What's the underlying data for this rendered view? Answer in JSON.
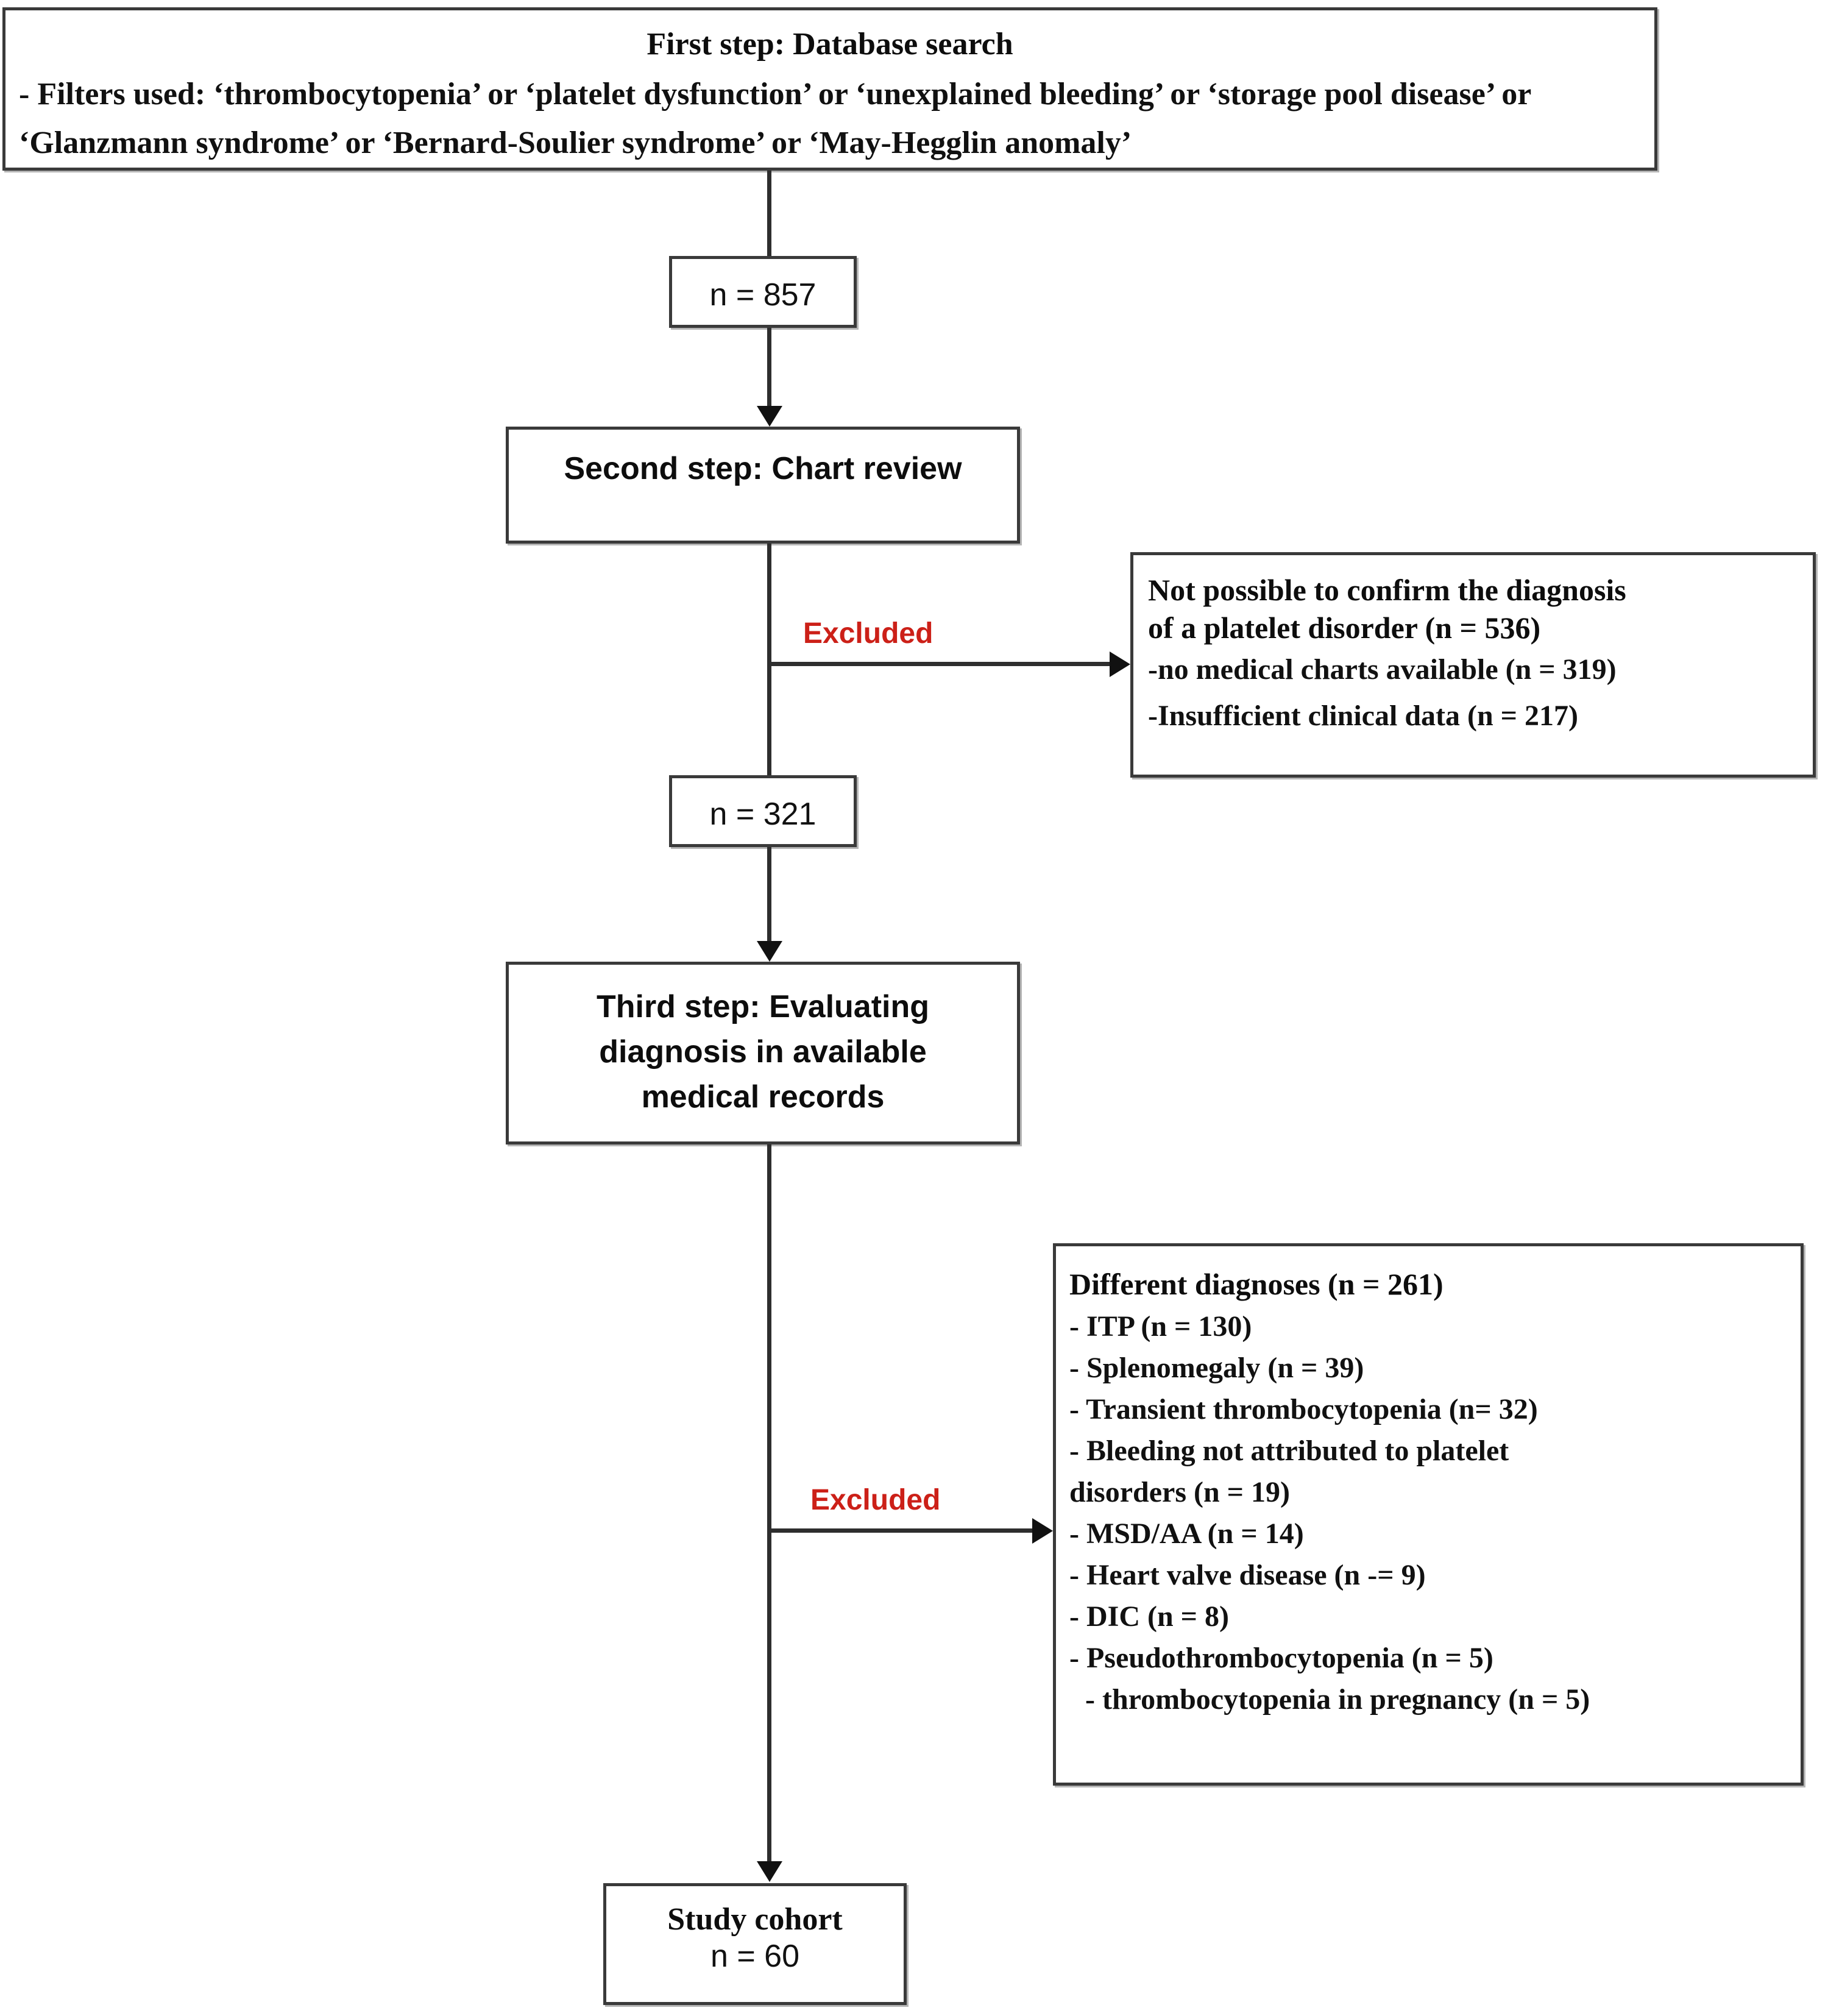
{
  "diagram": {
    "type": "flowchart",
    "title": "Patient selection flow diagram",
    "accent_excluded_color": "#cc2018",
    "border_color": "#3a3a3a",
    "background": "#ffffff"
  },
  "nodes": {
    "first_step": {
      "title": "First step: Database search",
      "filters": "- Filters used: ‘thrombocytopenia’ or ‘platelet dysfunction’ or ‘unexplained bleeding’ or ‘storage pool disease’ or ‘Glanzmann syndrome’ or ‘Bernard-Soulier syndrome’ or ‘May-Hegglin anomaly’"
    },
    "count_857": "n = 857",
    "second_step": "Second step: Chart review",
    "count_321": "n = 321",
    "third_step": {
      "line1": "Third step: Evaluating",
      "line2": "diagnosis in available",
      "line3": "medical records"
    },
    "not_possible": {
      "head_line1": "Not possible to confirm the diagnosis",
      "head_line2": "of a platelet disorder (n = 536)",
      "items": [
        "-no medical charts available (n = 319)",
        "-Insufficient clinical data (n = 217)"
      ]
    },
    "different_diagnoses": {
      "head": "Different diagnoses (n = 261)",
      "items": [
        {
          "text": "- ITP (n = 130)",
          "indent": false
        },
        {
          "text": "- Splenomegaly (n = 39)",
          "indent": false
        },
        {
          "text": "- Transient thrombocytopenia (n= 32)",
          "indent": false
        },
        {
          "text": "- Bleeding not attributed to platelet",
          "indent": false
        },
        {
          "text": "disorders (n = 19)",
          "indent": false
        },
        {
          "text": "- MSD/AA (n = 14)",
          "indent": false
        },
        {
          "text": "- Heart valve disease (n -= 9)",
          "indent": false
        },
        {
          "text": "- DIC (n = 8)",
          "indent": false
        },
        {
          "text": "- Pseudothrombocytopenia (n = 5)",
          "indent": false
        },
        {
          "text": "- thrombocytopenia in pregnancy (n = 5)",
          "indent": true
        }
      ]
    },
    "study_cohort": {
      "title": "Study cohort",
      "count": "n = 60"
    }
  },
  "edges": {
    "excluded_label_1": "Excluded",
    "excluded_label_2": "Excluded"
  },
  "chart_data": {
    "type": "diagram-flow",
    "title": "Study patient selection flowchart",
    "steps": [
      {
        "id": "first-step",
        "label": "First step: Database search",
        "n": null
      },
      {
        "id": "n857",
        "label": "n = 857",
        "n": 857
      },
      {
        "id": "second-step",
        "label": "Second step: Chart review",
        "n": null
      },
      {
        "id": "n321",
        "label": "n = 321",
        "n": 321
      },
      {
        "id": "third-step",
        "label": "Third step: Evaluating diagnosis in available medical records",
        "n": null
      },
      {
        "id": "study-cohort",
        "label": "Study cohort",
        "n": 60
      }
    ],
    "exclusions": [
      {
        "from": "second-step",
        "label": "Excluded",
        "reason": "Not possible to confirm the diagnosis of a platelet disorder",
        "n": 536,
        "breakdown": [
          {
            "reason": "no medical charts available",
            "n": 319
          },
          {
            "reason": "Insufficient clinical data",
            "n": 217
          }
        ]
      },
      {
        "from": "third-step",
        "label": "Excluded",
        "reason": "Different diagnoses",
        "n": 261,
        "breakdown": [
          {
            "reason": "ITP",
            "n": 130
          },
          {
            "reason": "Splenomegaly",
            "n": 39
          },
          {
            "reason": "Transient thrombocytopenia",
            "n": 32
          },
          {
            "reason": "Bleeding not attributed to platelet disorders",
            "n": 19
          },
          {
            "reason": "MSD/AA",
            "n": 14
          },
          {
            "reason": "Heart valve disease",
            "n": 9
          },
          {
            "reason": "DIC",
            "n": 8
          },
          {
            "reason": "Pseudothrombocytopenia",
            "n": 5
          },
          {
            "reason": "thrombocytopenia in pregnancy",
            "n": 5
          }
        ]
      }
    ]
  }
}
